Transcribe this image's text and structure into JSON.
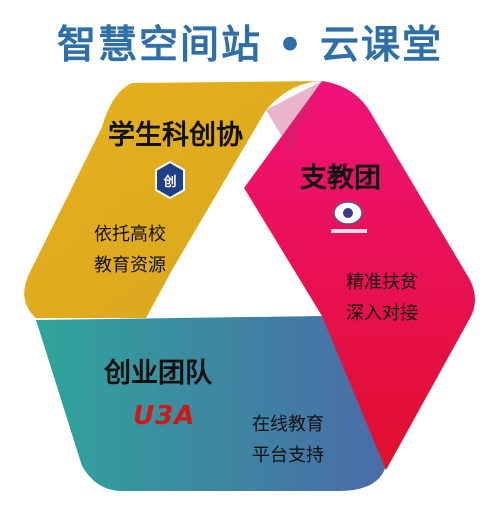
{
  "title": "智慧空间站 • 云课堂",
  "segments": {
    "top": {
      "heading": "学生科创协",
      "lines": [
        "依托高校",
        "教育资源"
      ],
      "logo_text": "创"
    },
    "right": {
      "heading": "支教团",
      "lines": [
        "精准扶贫",
        "深入对接"
      ]
    },
    "bottom": {
      "heading": "创业团队",
      "logo_text": "U3A",
      "lines": [
        "在线教育",
        "平台支持"
      ]
    }
  },
  "colors": {
    "title": "#2e6fa8",
    "gold": "#e0ac1e",
    "magenta": "#ee1277",
    "red": "#e0103a",
    "teal": "#2ea39a",
    "blue": "#3f6fa8",
    "logo_red": "#d01818",
    "logo_navy": "#243a78"
  }
}
